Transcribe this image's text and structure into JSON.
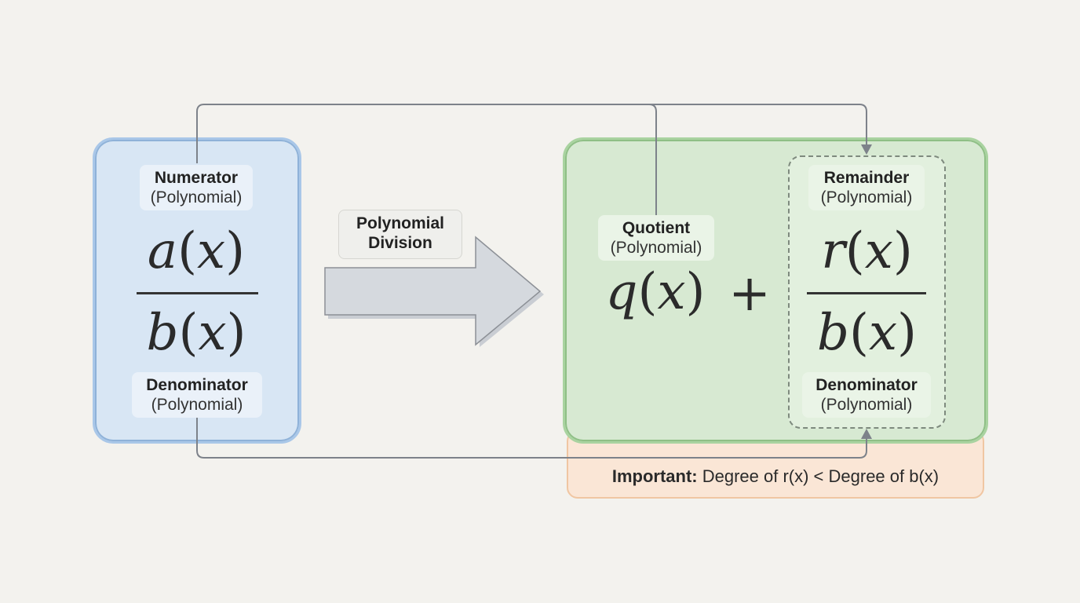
{
  "left": {
    "numerator_title": "Numerator",
    "numerator_sub": "(Polynomial)",
    "numerator_fn": "a",
    "numerator_var": "x",
    "denominator_fn": "b",
    "denominator_var": "x",
    "denominator_title": "Denominator",
    "denominator_sub": "(Polynomial)"
  },
  "arrow": {
    "label_line1": "Polynomial",
    "label_line2": "Division"
  },
  "right": {
    "quotient_title": "Quotient",
    "quotient_sub": "(Polynomial)",
    "quotient_fn": "q",
    "quotient_var": "x",
    "plus": "+",
    "remainder_title": "Remainder",
    "remainder_sub": "(Polynomial)",
    "remainder_fn": "r",
    "remainder_var": "x",
    "denominator_fn": "b",
    "denominator_var": "x",
    "denominator_title": "Denominator",
    "denominator_sub": "(Polynomial)"
  },
  "note": {
    "bold": "Important:",
    "text": " Degree of r(x) < Degree of b(x)"
  },
  "colors": {
    "left_fill": "#d8e6f4",
    "right_fill": "#d7e9d2",
    "note_fill": "#fae6d6",
    "arrow_fill": "#d5d9de",
    "connector": "#7d828a"
  }
}
